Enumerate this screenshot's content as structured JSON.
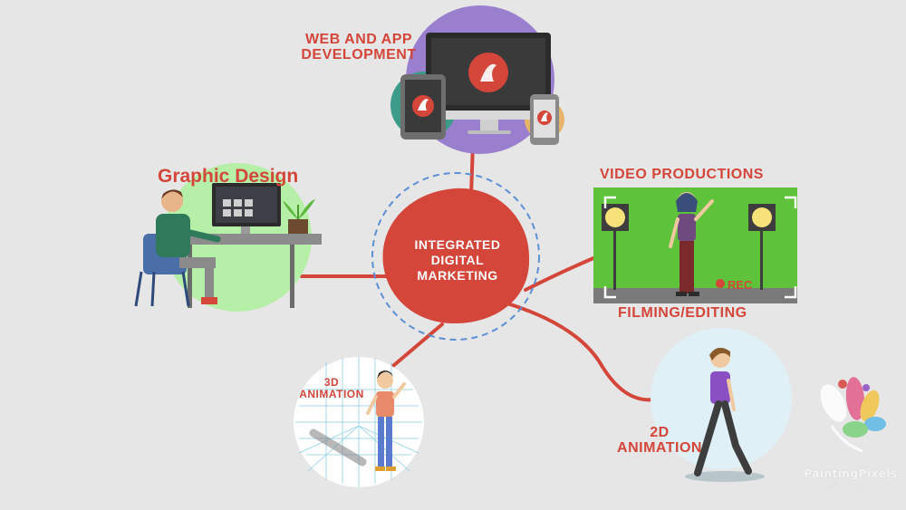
{
  "hub": {
    "lines": [
      "INTEGRATED",
      "DIGITAL",
      "MARKETING"
    ]
  },
  "labels": {
    "web": [
      "WEB AND APP",
      "DEVELOPMENT"
    ],
    "graphic": "Graphic Design",
    "video": "VIDEO PRODUCTIONS",
    "filming": "FILMING/EDITING",
    "anim3d": [
      "3D",
      "ANIMATION"
    ],
    "anim2d": [
      "2D",
      "ANIMATION"
    ]
  },
  "rec_label": "REC",
  "brand": {
    "name": "PaintingPixels",
    "tagline": "A Wonder Design Studio"
  },
  "colors": {
    "accent_red": "#d4453a",
    "background": "#e6e6e6",
    "web_circle": "#9a7fcf",
    "graphic_circle": "#b6f0a8",
    "video_green": "#5ec23a",
    "anim2d_circle": "#dff0f7",
    "dashed_ring": "#5b8fd6"
  },
  "icons": [
    "butterfly-logo-icon",
    "monitor-icon",
    "tablet-icon",
    "phone-icon",
    "laptop-icon",
    "plant-icon",
    "studio-light-icon",
    "rec-dot-icon"
  ]
}
